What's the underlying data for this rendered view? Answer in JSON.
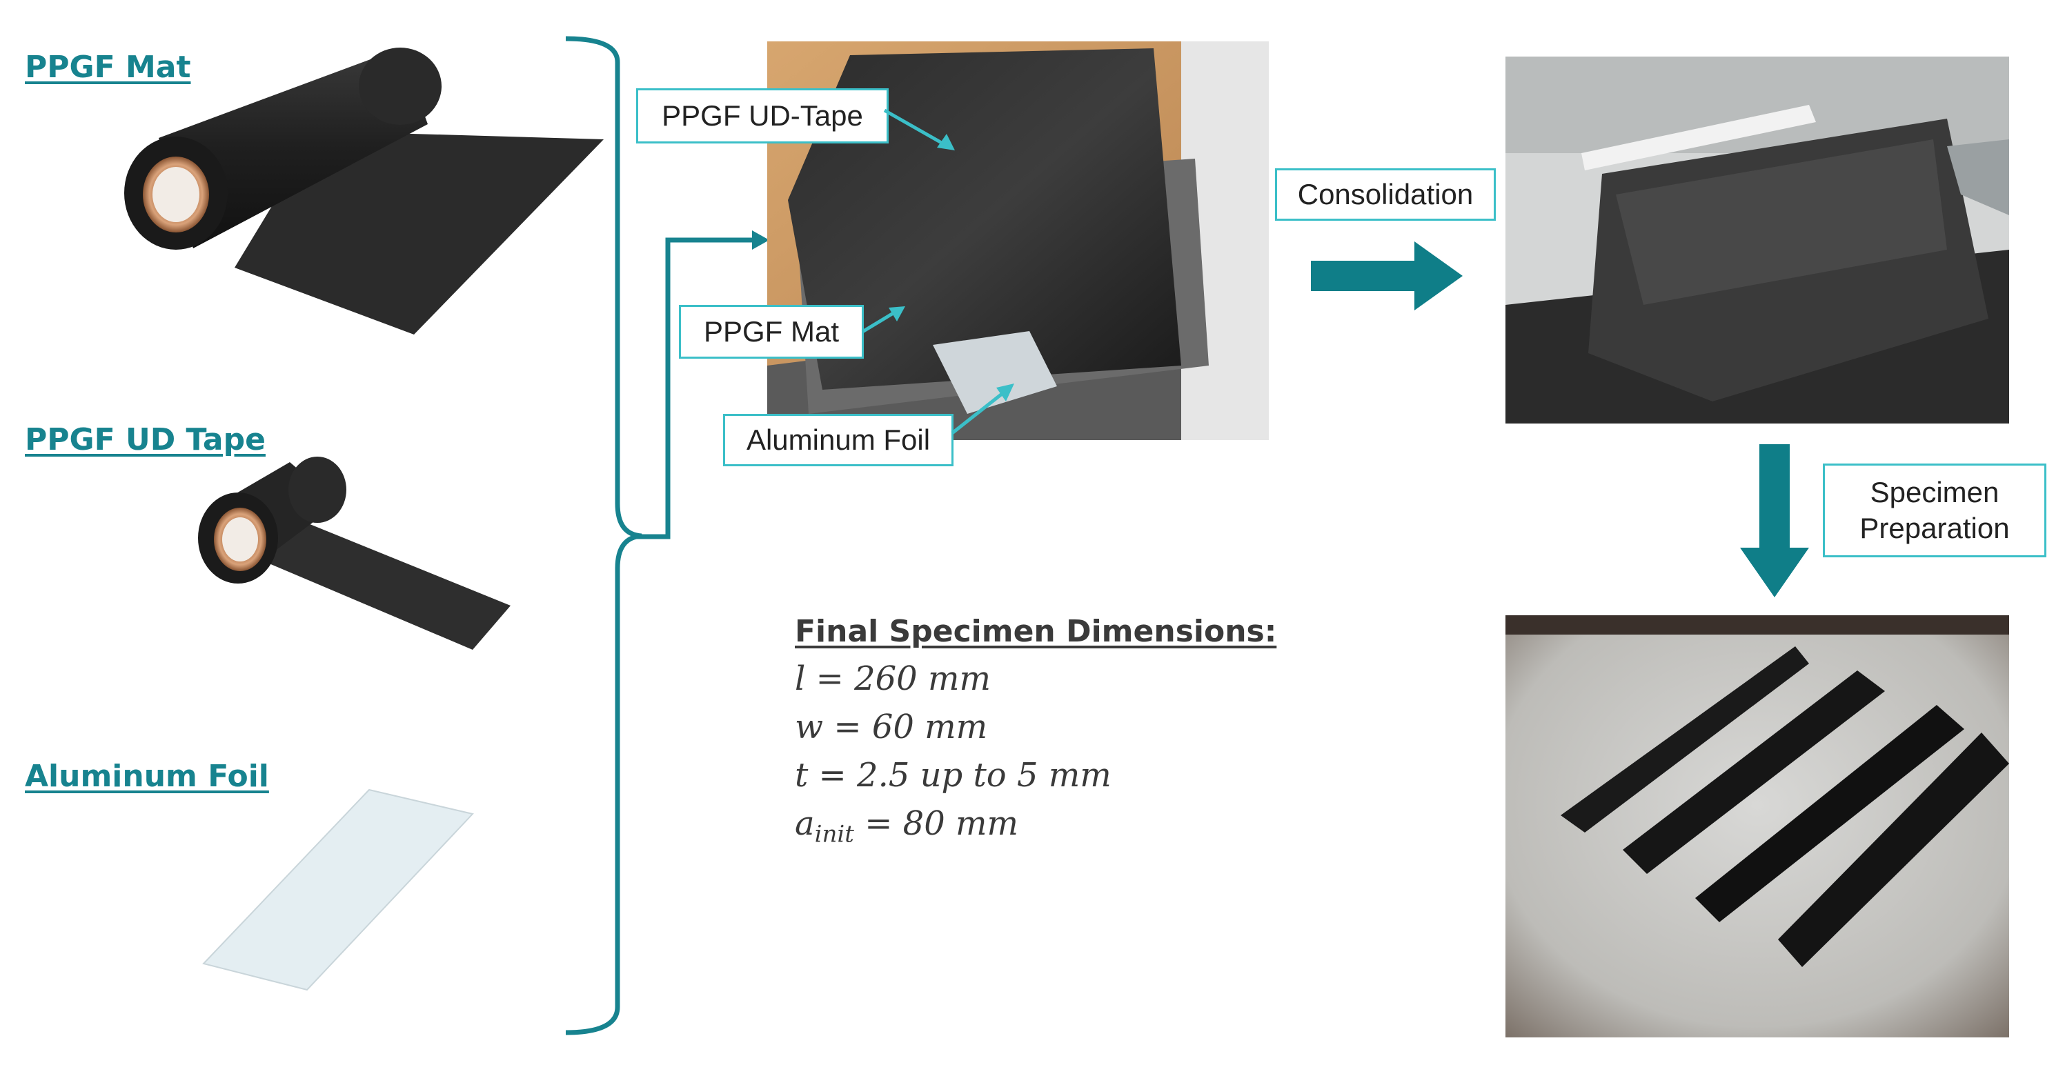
{
  "materials": {
    "mat": "PPGF Mat",
    "ud_tape": "PPGF UD Tape",
    "foil": "Aluminum Foil"
  },
  "photo_labels": {
    "ud_tape": "PPGF UD-Tape",
    "mat": "PPGF Mat",
    "foil": "Aluminum Foil"
  },
  "process": {
    "consolidation": "Consolidation",
    "specimen_preparation_line1": "Specimen",
    "specimen_preparation_line2": "Preparation"
  },
  "dimensions": {
    "title": "Final Specimen Dimensions:",
    "length": "l = 260 mm",
    "width": "w = 60 mm",
    "thickness": "t = 2.5 up to 5 mm",
    "initial_crack": "a",
    "initial_crack_sub": "init",
    "initial_crack_value": " = 80 mm"
  },
  "colors": {
    "accent": "#17838f",
    "callout_border": "#3bbfc8",
    "arrow": "#0f7e88"
  }
}
